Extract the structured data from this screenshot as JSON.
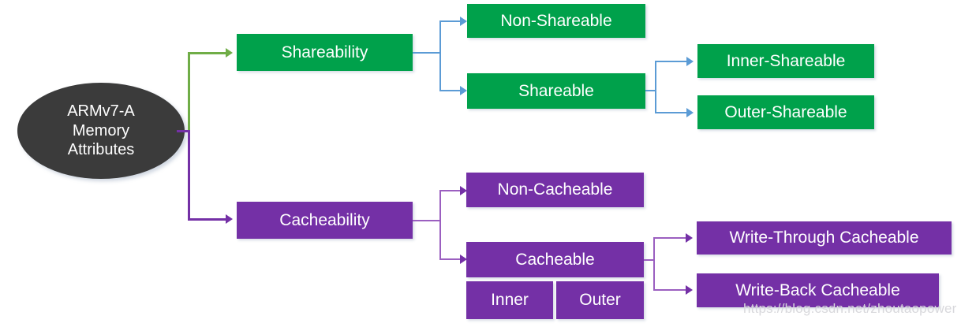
{
  "diagram": {
    "root": {
      "lines": [
        "ARMv7-A",
        "Memory",
        "Attributes"
      ],
      "color": "#3b3b3b"
    },
    "branches": [
      {
        "key": "shareability",
        "label": "Shareability",
        "color": "#00A14B",
        "connector_color": "#70AD47",
        "link_color": "#5B9BD5",
        "children": [
          {
            "label": "Non-Shareable",
            "children": []
          },
          {
            "label": "Shareable",
            "children": [
              {
                "label": "Inner-Shareable"
              },
              {
                "label": "Outer-Shareable"
              }
            ]
          }
        ]
      },
      {
        "key": "cacheability",
        "label": "Cacheability",
        "color": "#7430A6",
        "connector_color": "#7430A6",
        "link_color": "#9B5FC0",
        "children": [
          {
            "label": "Non-Cacheable",
            "children": []
          },
          {
            "label": "Cacheable",
            "subcells": [
              "Inner",
              "Outer"
            ],
            "children": [
              {
                "label": "Write-Through Cacheable"
              },
              {
                "label": "Write-Back Cacheable"
              }
            ]
          }
        ]
      }
    ]
  },
  "watermark": {
    "text": "https://blog.csdn.net/zhoutaopower",
    "color": "#d8d8dc"
  }
}
